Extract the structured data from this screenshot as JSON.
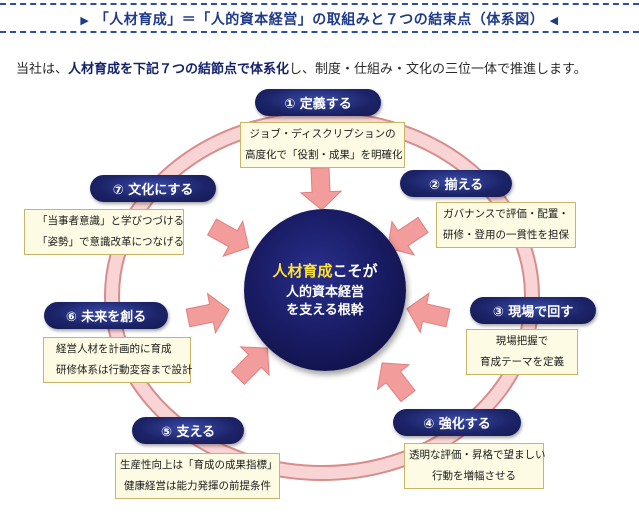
{
  "header": {
    "title": "「人材育成」＝「人的資本経営」の取組みと７つの結束点（体系図）",
    "left_marker": "▶",
    "right_marker": "◀"
  },
  "lead": {
    "prefix": "当社は、",
    "bold": "人材育成を下記７つの結節点で体系化",
    "suffix": "し、制度・仕組み・文化の三位一体で推進します。"
  },
  "center": {
    "line1_highlight": "人材育成",
    "line1_rest": "こそが",
    "line2": "人的資本経営",
    "line3": "を支える根幹"
  },
  "nodes": [
    {
      "label": "① 定義する",
      "note_lines": [
        "ジョブ・ディスクリプションの",
        "高度化で「役割・成果」を明確化"
      ]
    },
    {
      "label": "② 揃える",
      "note_lines": [
        "ガバナンスで評価・配置・",
        "研修・登用の一貫性を担保"
      ]
    },
    {
      "label": "③ 現場で回す",
      "note_lines": [
        "現場把握で",
        "育成テーマを定義"
      ]
    },
    {
      "label": "④ 強化する",
      "note_lines": [
        "透明な評価・昇格で望ましい",
        "行動を増幅させる"
      ]
    },
    {
      "label": "⑤ 支える",
      "note_lines": [
        "生産性向上は「育成の成果指標」",
        "健康経営は能力発揮の前提条件"
      ]
    },
    {
      "label": "⑥ 未来を創る",
      "note_lines": [
        "経営人材を計画的に育成",
        "研修体系は行動変容まで設計"
      ]
    },
    {
      "label": "⑦ 文化にする",
      "note_lines": [
        "「当事者意識」と学びつづける",
        "「姿勢」で意識改革につなげる"
      ]
    }
  ],
  "colors": {
    "navy": "#1c2468",
    "ring": "#f6c9c9",
    "ring_edge": "#d98c8c",
    "arrow": "#f39c9c",
    "note_bg": "#fdfbe3",
    "highlight": "#ffe234",
    "header": "#1e3a8a"
  }
}
